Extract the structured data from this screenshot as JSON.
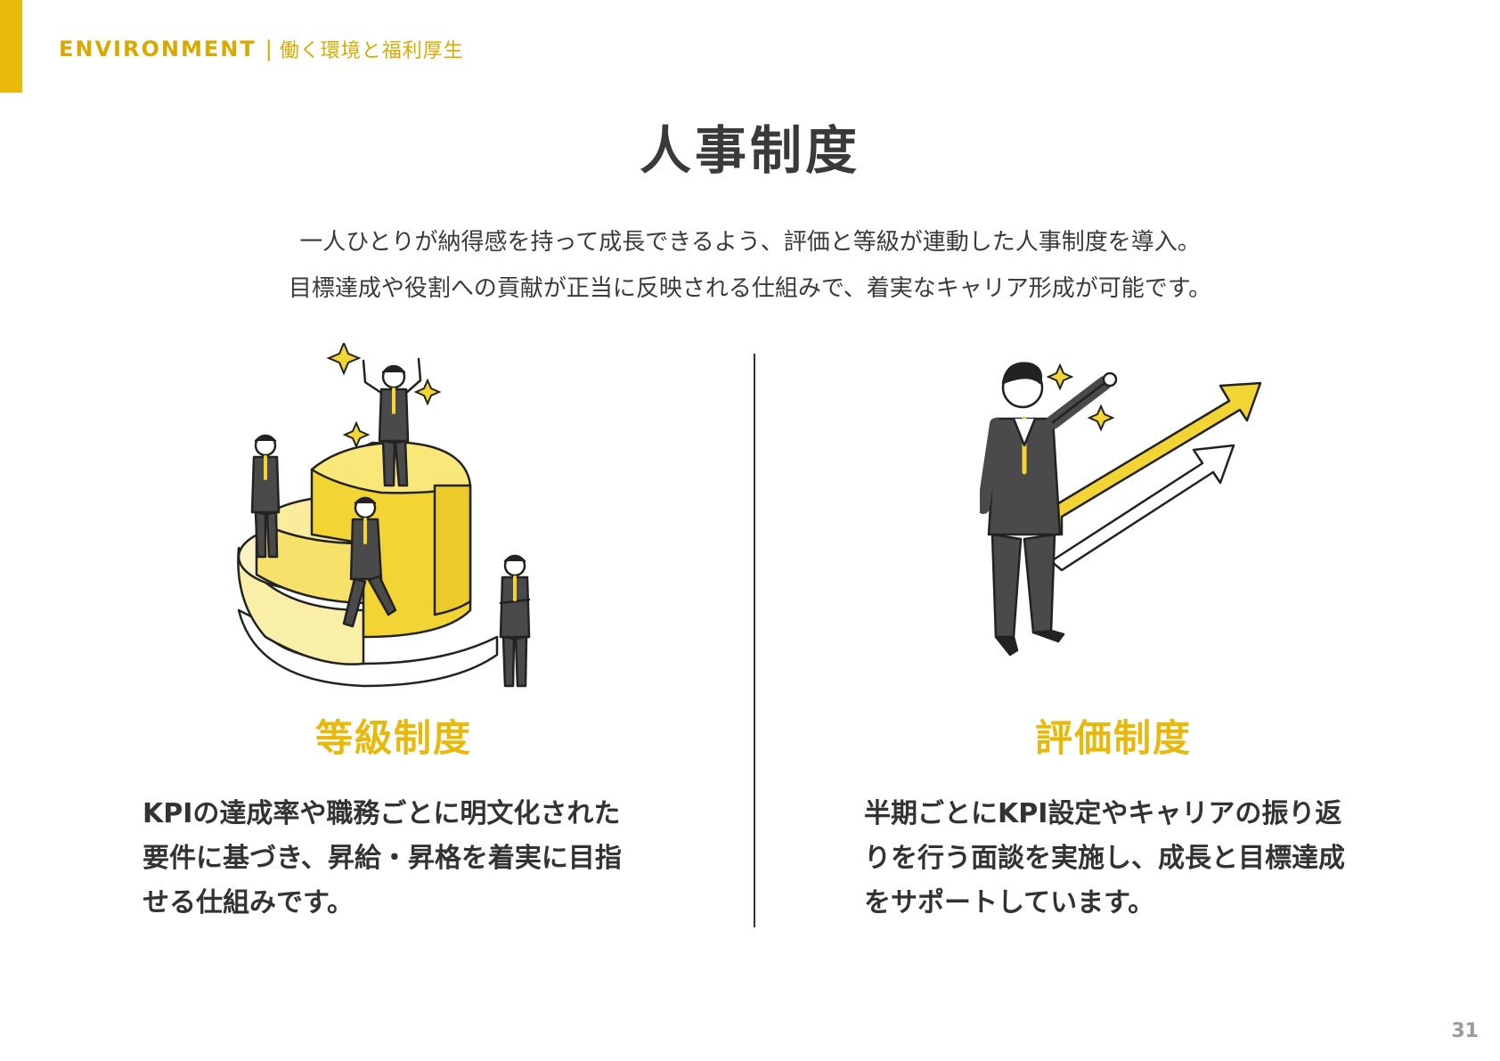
{
  "header": {
    "section_en": "ENVIRONMENT",
    "separator": "|",
    "section_jp": "働く環境と福利厚生"
  },
  "title": "人事制度",
  "intro": {
    "line1": "一人ひとりが納得感を持って成長できるよう、評価と等級が連動した人事制度を導入。",
    "line2": "目標達成や役割への貢献が正当に反映される仕組みで、着実なキャリア形成が可能です。"
  },
  "columns": [
    {
      "heading": "等級制度",
      "body": [
        "KPIの達成率や職務ごとに明文化された",
        "要件に基づき、昇給・昇格を着実に目指",
        "せる仕組みです。"
      ]
    },
    {
      "heading": "評価制度",
      "body": [
        "半期ごとにKPI設定やキャリアの振り返",
        "りを行う面談を実施し、成長と目標達成",
        "をサポートしています。"
      ]
    }
  ],
  "page_number": "31",
  "colors": {
    "accent": "#E8B90A",
    "text": "#333333",
    "suit": "#4a4a4a",
    "yellow_light": "#FAEFA8",
    "yellow_mid": "#F6E16A",
    "yellow_dark": "#F2D535"
  }
}
